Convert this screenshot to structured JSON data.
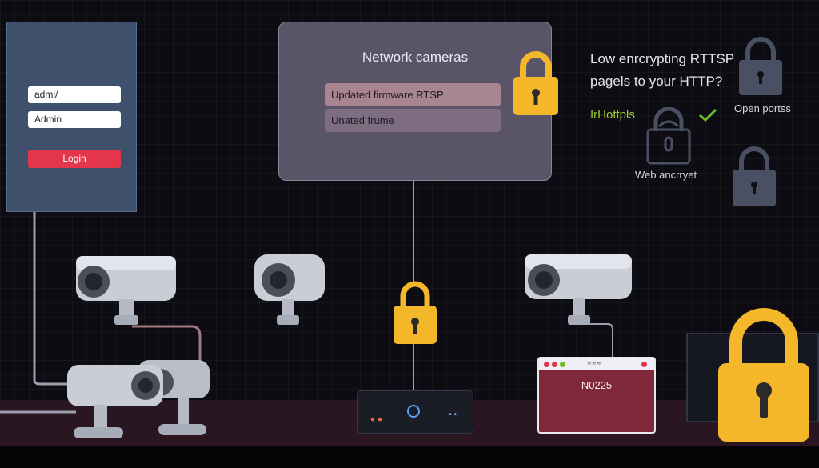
{
  "login": {
    "username_value": "admi/",
    "password_value": "Admin",
    "login_label": "Login"
  },
  "dashboard": {
    "title": "Network cameras",
    "row1": "Updated firmware RTSP",
    "row2": "Unated frume"
  },
  "info": {
    "question_line1": "Low enrcrypting RTTSP",
    "question_line2": "pagels to your HTTP?",
    "green_label": "IrHottpls",
    "open_ports_label": "Open portss",
    "web_encrypt_label": "Web ancrryet"
  },
  "browser": {
    "tab_text": "≋≋≋",
    "content": "N0225"
  },
  "colors": {
    "lock_gold": "#f5b72a",
    "lock_gray": "#4a5064",
    "login_button": "#e3364a",
    "check_green": "#6ac02e"
  }
}
